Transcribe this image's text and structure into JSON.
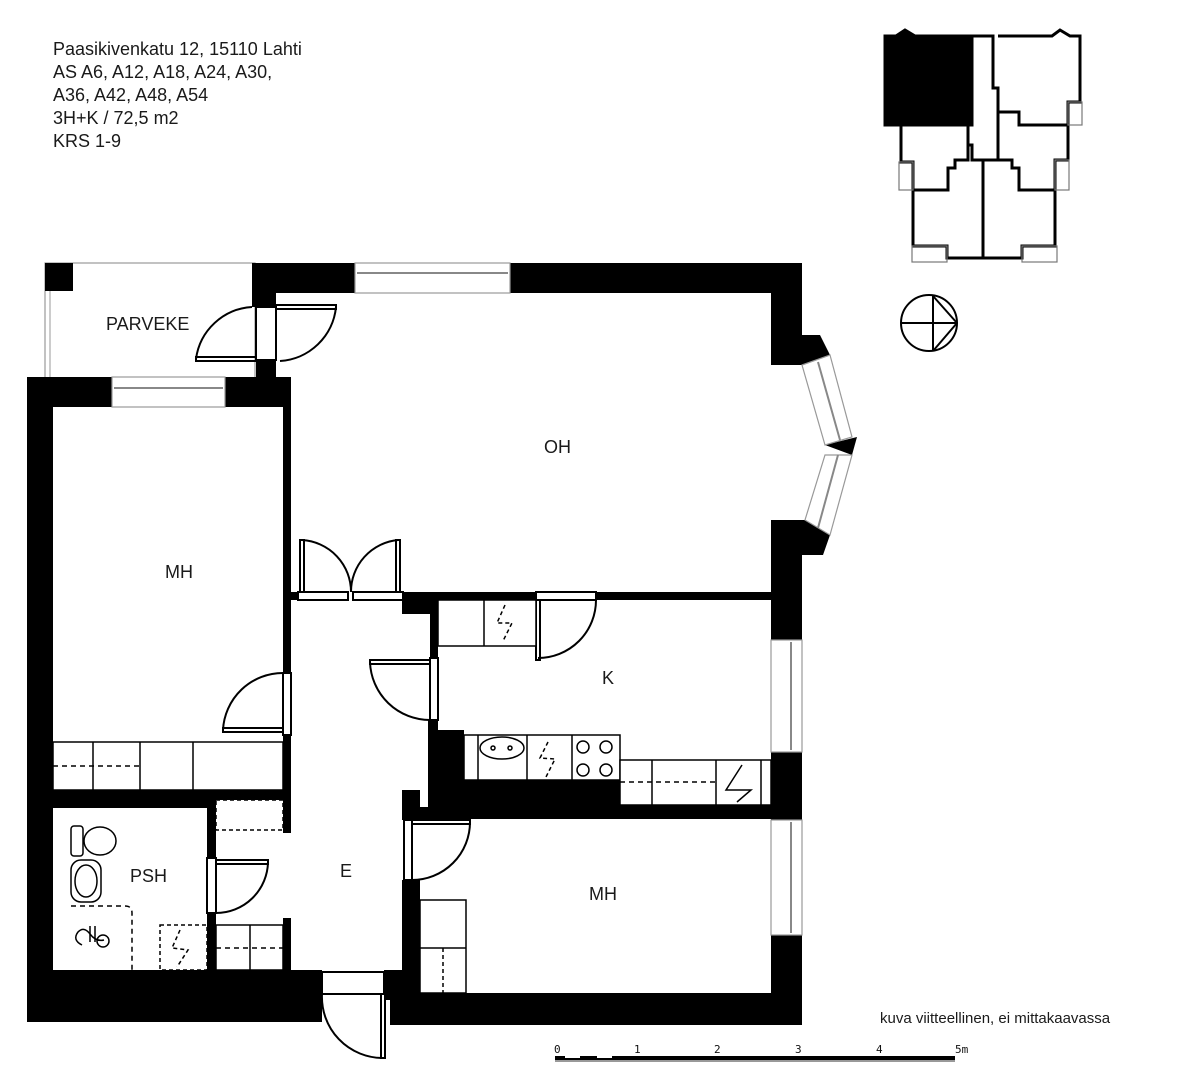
{
  "info": {
    "address": "Paasikivenkatu 12, 15110 Lahti",
    "apartments_line1": "AS A6, A12, A18, A24, A30,",
    "apartments_line2": "A36, A42, A48, A54",
    "layout_area": "3H+K / 72,5 m2",
    "floors": "KRS 1-9"
  },
  "rooms": {
    "balcony": "PARVEKE",
    "living_room": "OH",
    "bedroom_1": "MH",
    "kitchen": "K",
    "bathroom": "PSH",
    "entrance": "E",
    "bedroom_2": "MH"
  },
  "note": "kuva viitteellinen, ei mittakaavassa",
  "scale_bar": {
    "ticks": [
      "0",
      "1",
      "2",
      "3",
      "4",
      "5m"
    ],
    "unit": "m"
  },
  "colors": {
    "wall": "#000000",
    "background": "#ffffff",
    "window": "#9a9a9a"
  }
}
